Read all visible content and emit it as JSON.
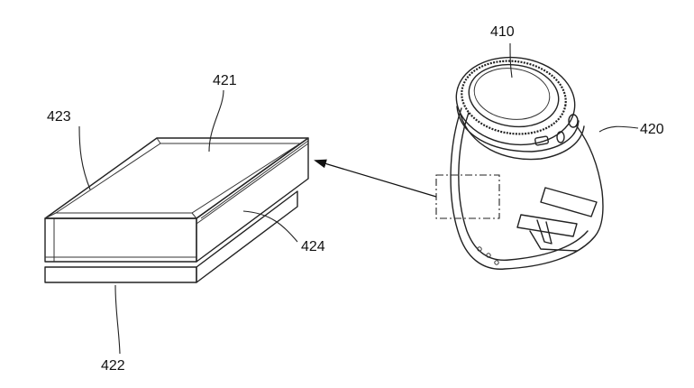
{
  "figure": {
    "labels": {
      "watch": "410",
      "strap": "420",
      "top_layer": "421",
      "bottom_layer": "422",
      "side_layer": "423",
      "core": "424"
    },
    "colors": {
      "line": "#222222",
      "background": "#ffffff"
    }
  }
}
